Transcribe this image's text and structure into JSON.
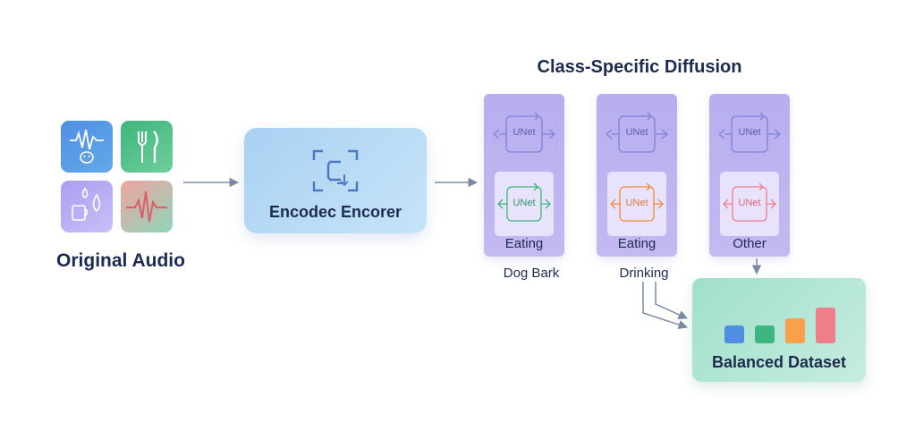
{
  "original_audio": {
    "label": "Original Audio",
    "icons": [
      "waveform-dog-icon",
      "fork-knife-icon",
      "cup-drop-icon",
      "waveform-icon"
    ],
    "tile_colors": [
      "#4f8fe3",
      "#3db57e",
      "#a89ef2",
      "#f0a3a0"
    ]
  },
  "encoder": {
    "label": "Encodec Encorer",
    "icon": "encoder-icon"
  },
  "diffusion": {
    "title": "Class-Specific Diffusion",
    "columns": [
      {
        "top_unet": "UNet",
        "bottom_unet": "UNet",
        "label": "Eating",
        "sub_label": "Dog Bark",
        "accent": "#3db57e"
      },
      {
        "top_unet": "UNet",
        "bottom_unet": "UNet",
        "label": "Eating",
        "sub_label": "Drinking",
        "accent": "#f08a3c"
      },
      {
        "top_unet": "UNet",
        "bottom_unet": "UNet",
        "label": "Other",
        "sub_label": "",
        "accent": "#ee7f8a"
      }
    ]
  },
  "balanced_dataset": {
    "label": "Balanced Dataset",
    "bars": [
      {
        "level": 0.33,
        "color": "#4f8fe3"
      },
      {
        "level": 0.33,
        "color": "#3db57e"
      },
      {
        "level": 0.47,
        "color": "#f7a14e"
      },
      {
        "level": 0.67,
        "color": "#ee7f8a"
      }
    ]
  },
  "colors": {
    "arrow": "#7a8aa6",
    "title": "#1d2b4f",
    "unet_stroke": "#7d83d6"
  }
}
